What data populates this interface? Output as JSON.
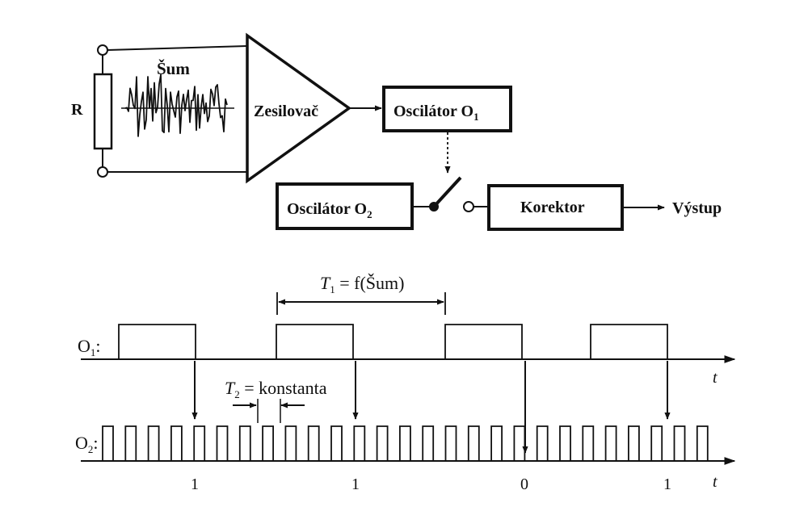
{
  "block_diagram": {
    "resistor_label": "R",
    "noise_label": "Šum",
    "amplifier_label": "Zesilovač",
    "oscillator1": {
      "text": "Oscilátor O",
      "sub": "1"
    },
    "oscillator2": {
      "text": "Oscilátor O",
      "sub": "2"
    },
    "corrector_label": "Korektor",
    "output_label": "Výstup"
  },
  "timing": {
    "t1_var": "T",
    "t1_sub": "1",
    "t1_expr": " = f(Šum)",
    "t2_var": "T",
    "t2_sub": "2",
    "t2_expr": " = konstanta",
    "o1_label": {
      "text": "O",
      "sub": "1",
      "colon": ":"
    },
    "o2_label": {
      "text": "O",
      "sub": "2",
      "colon": ":"
    },
    "time_axis_label": "t",
    "bits": [
      "1",
      "1",
      "0",
      "1"
    ]
  }
}
